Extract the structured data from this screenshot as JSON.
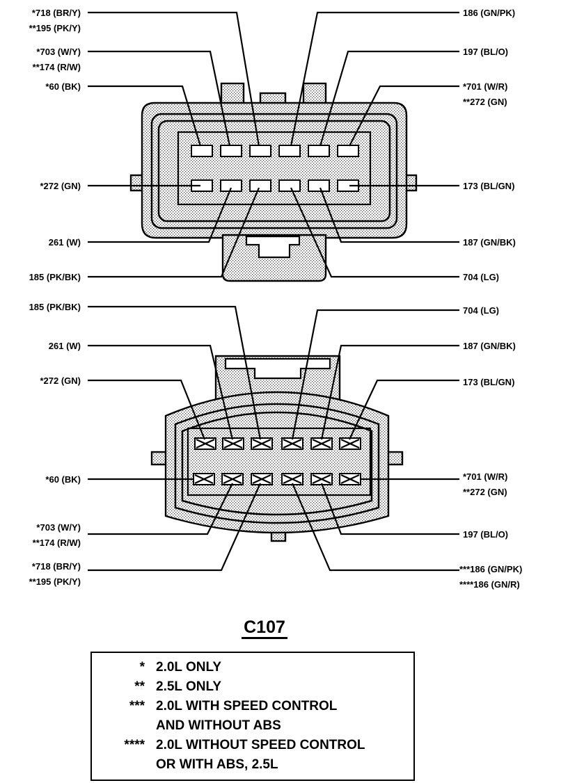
{
  "title": "C107",
  "top_view": {
    "left_labels": [
      {
        "key": "l1",
        "line1": "*718 (BR/Y)",
        "line2": "**195 (PK/Y)"
      },
      {
        "key": "l2",
        "line1": "*703 (W/Y)",
        "line2": "**174 (R/W)"
      },
      {
        "key": "l3",
        "line1": "*60 (BK)",
        "line2": ""
      },
      {
        "key": "l4",
        "line1": "*272 (GN)",
        "line2": ""
      },
      {
        "key": "l5",
        "line1": "261 (W)",
        "line2": ""
      },
      {
        "key": "l6",
        "line1": "185 (PK/BK)",
        "line2": ""
      }
    ],
    "right_labels": [
      {
        "key": "r1",
        "line1": "186 (GN/PK)",
        "line2": ""
      },
      {
        "key": "r2",
        "line1": "197 (BL/O)",
        "line2": ""
      },
      {
        "key": "r3",
        "line1": "*701 (W/R)",
        "line2": "**272 (GN)"
      },
      {
        "key": "r4",
        "line1": "173 (BL/GN)",
        "line2": ""
      },
      {
        "key": "r5",
        "line1": "187 (GN/BK)",
        "line2": ""
      },
      {
        "key": "r6",
        "line1": "704 (LG)",
        "line2": ""
      }
    ]
  },
  "bottom_view": {
    "left_labels": [
      {
        "key": "l1",
        "line1": "185 (PK/BK)",
        "line2": ""
      },
      {
        "key": "l2",
        "line1": "261 (W)",
        "line2": ""
      },
      {
        "key": "l3",
        "line1": "*272 (GN)",
        "line2": ""
      },
      {
        "key": "l4",
        "line1": "*60 (BK)",
        "line2": ""
      },
      {
        "key": "l5",
        "line1": "*703 (W/Y)",
        "line2": "**174 (R/W)"
      },
      {
        "key": "l6",
        "line1": "*718 (BR/Y)",
        "line2": "**195 (PK/Y)"
      }
    ],
    "right_labels": [
      {
        "key": "r1",
        "line1": "704 (LG)",
        "line2": ""
      },
      {
        "key": "r2",
        "line1": "187 (GN/BK)",
        "line2": ""
      },
      {
        "key": "r3",
        "line1": "173 (BL/GN)",
        "line2": ""
      },
      {
        "key": "r4",
        "line1": "*701 (W/R)",
        "line2": "**272 (GN)"
      },
      {
        "key": "r5",
        "line1": "197 (BL/O)",
        "line2": ""
      },
      {
        "key": "r6",
        "line1": "***186 (GN/PK)",
        "line2": "****186 (GN/R)"
      }
    ]
  },
  "legend": [
    {
      "symbol": "*",
      "text": "2.0L ONLY"
    },
    {
      "symbol": "**",
      "text": "2.5L ONLY"
    },
    {
      "symbol": "***",
      "text": "2.0L WITH SPEED CONTROL"
    },
    {
      "symbol": "",
      "text": "AND WITHOUT ABS"
    },
    {
      "symbol": "****",
      "text": "2.0L WITHOUT SPEED CONTROL"
    },
    {
      "symbol": "",
      "text": "OR WITH ABS, 2.5L"
    }
  ]
}
